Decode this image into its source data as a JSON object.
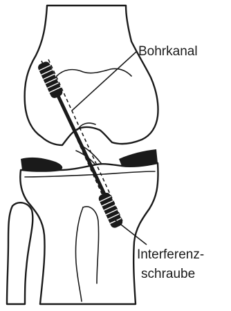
{
  "labels": {
    "drill_channel": "Bohrkanal",
    "screw_line1": "Interferenz-",
    "screw_line2": "schraube"
  },
  "colors": {
    "ink": "#1a1a1a",
    "background": "#ffffff"
  }
}
